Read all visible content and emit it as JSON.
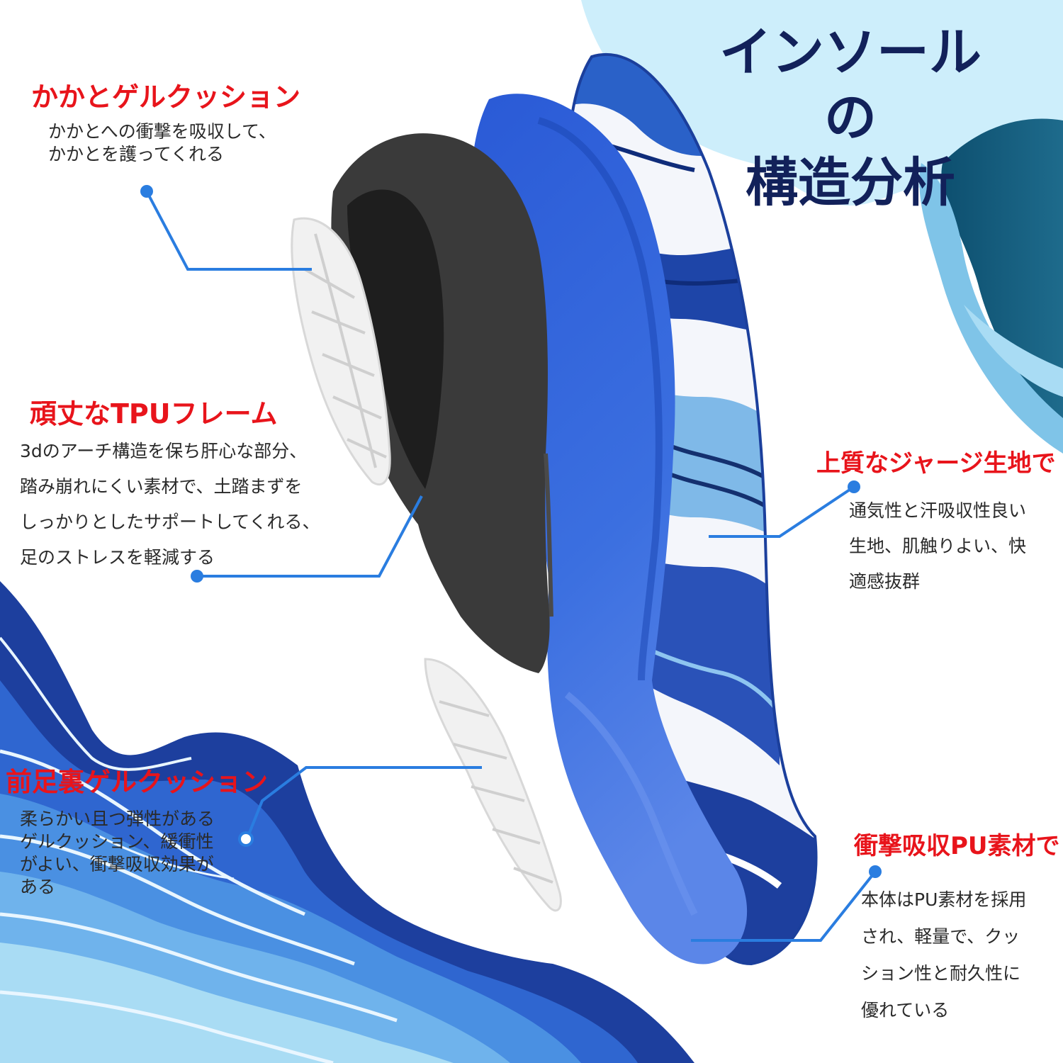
{
  "title": {
    "line1": "インソールの",
    "line2": "構造分析"
  },
  "callouts": {
    "heel_gel": {
      "heading": "かかとゲルクッション",
      "lines": [
        "かかとへの衝撃を吸収して、",
        "かかとを護ってくれる"
      ]
    },
    "tpu_frame": {
      "heading": "頑丈なTPUフレーム",
      "lines": [
        "3dのアーチ構造を保ち肝心な部分、",
        "踏み崩れにくい素材で、土踏まずを",
        "しっかりとしたサポートしてくれる、",
        "足のストレスを軽減する"
      ]
    },
    "jersey_fabric": {
      "heading": "上質なジャージ生地で",
      "lines": [
        "通気性と汗吸収性良い",
        "生地、肌触りよい、快",
        "適感抜群"
      ]
    },
    "forefoot_gel": {
      "heading": "前足裏ゲルクッション",
      "lines": [
        "柔らかい且つ弾性がある",
        "ゲルクッション、緩衝性",
        "がよい、衝撃吸収効果が",
        "ある"
      ]
    },
    "pu_material": {
      "heading": "衝撃吸収PU素材で",
      "lines": [
        "本体はPU素材を採用",
        "され、軽量で、クッ",
        "ション性と耐久性に",
        "優れている"
      ]
    }
  },
  "colors": {
    "title": "#12215a",
    "heading": "#e8141b",
    "body_text": "#2a2a2a",
    "accent_line": "#2a7de0",
    "tpu_frame": "#2d5fd6",
    "foam_layer": "#3a3a3a",
    "gel_pad": "#f1f1f1",
    "wave_dark": "#1d3f9e",
    "wave_light": "#a9dcf4"
  }
}
